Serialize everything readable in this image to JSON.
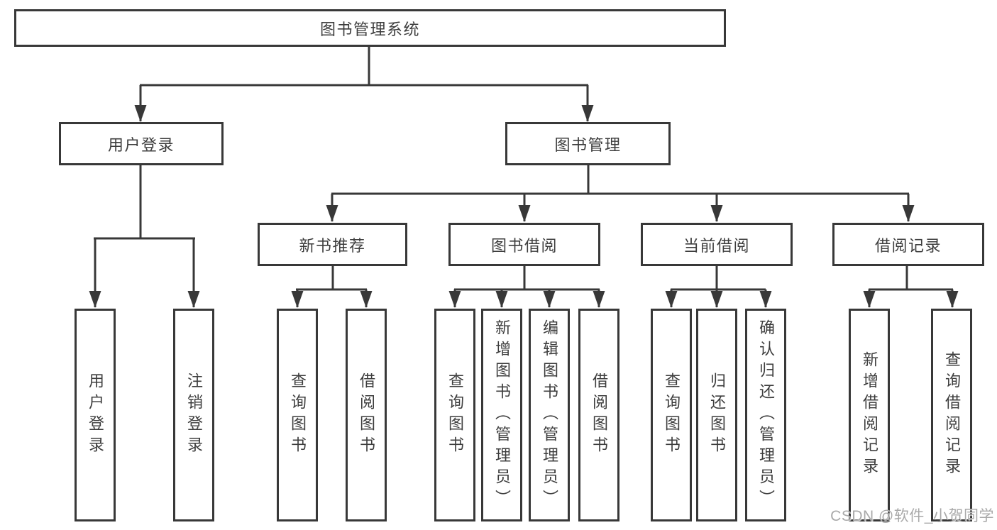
{
  "root": {
    "label": "图书管理系统"
  },
  "modules": {
    "user_login": {
      "label": "用户登录",
      "children": [
        "用户登录",
        "注销登录"
      ]
    },
    "book_management": {
      "label": "图书管理"
    },
    "new_book_recommendation": {
      "label": "新书推荐",
      "children": [
        "查询图书",
        "借阅图书"
      ]
    },
    "book_borrowing": {
      "label": "图书借阅",
      "children": [
        "查询图书",
        "新增图书（管理员）",
        "编辑图书（管理员）",
        "借阅图书"
      ]
    },
    "current_borrowing": {
      "label": "当前借阅",
      "children": [
        "查询图书",
        "归还图书",
        "确认归还（管理员）"
      ]
    },
    "borrowing_records": {
      "label": "借阅记录",
      "children": [
        "新增借阅记录",
        "查询借阅记录"
      ]
    }
  },
  "watermark": "CSDN @软件_小贺同学",
  "colors": {
    "line": "#383838",
    "text": "#3d3d3d",
    "watermark_text": "#a9a9a9",
    "background": "#ffffff"
  }
}
